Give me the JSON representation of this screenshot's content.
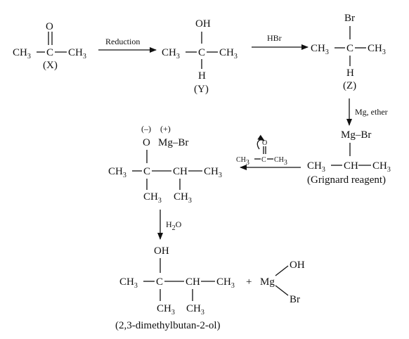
{
  "compound_x": {
    "ch3_left": "CH3",
    "carbonyl_c": "C",
    "carbonyl_o": "O",
    "ch3_right": "CH3",
    "label": "(X)"
  },
  "step1": {
    "reagent": "Reduction"
  },
  "compound_y": {
    "ch3_left": "CH3",
    "center_c": "C",
    "oh": "OH",
    "h": "H",
    "ch3_right": "CH3",
    "label": "(Y)"
  },
  "step2": {
    "reagent": "HBr"
  },
  "compound_z": {
    "ch3_left": "CH3",
    "center_c": "C",
    "br": "Br",
    "h": "H",
    "ch3_right": "CH3",
    "label": "(Z)"
  },
  "step3": {
    "reagent": "Mg, ether"
  },
  "grignard": {
    "mgbr": "Mg–Br",
    "ch3_left": "CH3",
    "ch": "CH",
    "ch3_right": "CH3",
    "label": "(Grignard reagent)"
  },
  "step4": {
    "reagent_ch3_left": "CH3",
    "reagent_c": "C",
    "reagent_o": "O",
    "reagent_ch3_right": "CH3"
  },
  "intermediate": {
    "charge_minus": "(–)",
    "charge_plus": "(+)",
    "o": "O",
    "mgbr": "Mg–Br",
    "ch3_left": "CH3",
    "center_c": "C",
    "ch": "CH",
    "ch3_right": "CH3",
    "ch3_below1": "CH3",
    "ch3_below2": "CH3"
  },
  "step5": {
    "reagent": "H2O"
  },
  "product": {
    "oh": "OH",
    "ch3_left": "CH3",
    "center_c": "C",
    "ch": "CH",
    "ch3_right": "CH3",
    "ch3_below1": "CH3",
    "ch3_below2": "CH3",
    "name": "(2,3-dimethylbutan-2-ol)"
  },
  "byproduct": {
    "mg": "Mg",
    "oh": "OH",
    "br": "Br",
    "plus": "+"
  }
}
